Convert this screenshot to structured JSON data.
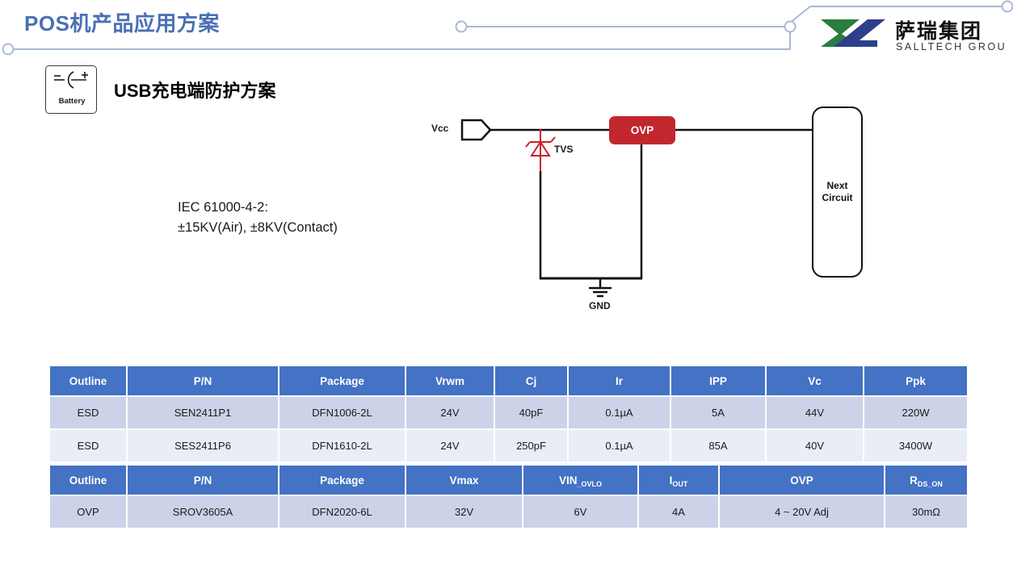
{
  "header": {
    "title": "POS机产品应用方案",
    "title_color": "#4a6fb5",
    "decoration_color": "#a8b8d8",
    "logo": {
      "chinese_name": "萨瑞集团",
      "english_name": "SALLTECH GROUP",
      "green": "#2a7d3f",
      "blue": "#2b3f8c"
    }
  },
  "section": {
    "icon_label": "Battery",
    "title_latin": "USB",
    "title_cjk": "充电端防护方案"
  },
  "note": {
    "line1": "IEC 61000-4-2:",
    "line2": "±15KV(Air), ±8KV(Contact)"
  },
  "diagram": {
    "vcc_label": "Vcc",
    "tvs_label": "TVS",
    "ovp_label": "OVP",
    "gnd_label": "GND",
    "next_circuit_label": "Next\nCircuit",
    "ovp_color": "#c1272d",
    "tvs_color": "#cc2229",
    "wire_color": "#111111"
  },
  "tables": [
    {
      "id": "esd",
      "header_color": "#4472c4",
      "columns": [
        "Outline",
        "P/N",
        "Package",
        "Vrwm",
        "Cj",
        "Ir",
        "IPP",
        "Vc",
        "Ppk"
      ],
      "rows": [
        [
          "ESD",
          "SEN2411P1",
          "DFN1006-2L",
          "24V",
          "40pF",
          "0.1µA",
          "5A",
          "44V",
          "220W"
        ],
        [
          "ESD",
          "SES2411P6",
          "DFN1610-2L",
          "24V",
          "250pF",
          "0.1µA",
          "85A",
          "40V",
          "3400W"
        ]
      ]
    },
    {
      "id": "ovp",
      "header_color": "#4472c4",
      "columns": [
        "Outline",
        "P/N",
        "Package",
        "Vmax",
        "VIN_OVLO",
        "I_OUT",
        "OVP",
        "R_DS_ON"
      ],
      "column_parts": [
        {
          "main": "Outline",
          "sub": ""
        },
        {
          "main": "P/N",
          "sub": ""
        },
        {
          "main": "Package",
          "sub": ""
        },
        {
          "main": "Vmax",
          "sub": ""
        },
        {
          "main": "VIN",
          "sub": "_OVLO"
        },
        {
          "main": "I",
          "sub": "OUT"
        },
        {
          "main": "OVP",
          "sub": ""
        },
        {
          "main": "R",
          "sub": "DS_ON"
        }
      ],
      "rows": [
        [
          "OVP",
          "SROV3605A",
          "DFN2020-6L",
          "32V",
          "6V",
          "4A",
          "4 ~ 20V Adj",
          "30mΩ"
        ]
      ]
    }
  ]
}
